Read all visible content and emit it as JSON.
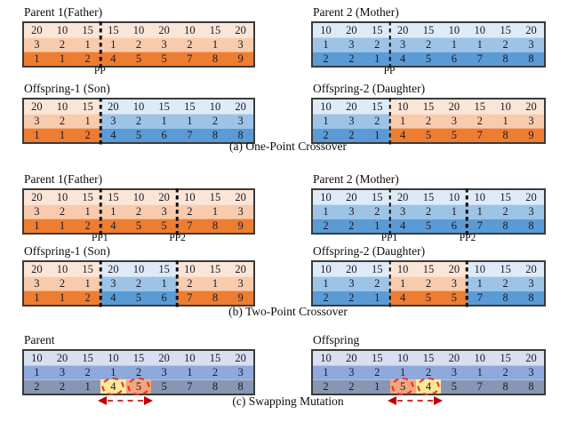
{
  "page": {
    "background": "#ffffff"
  },
  "palettes": {
    "orange": [
      "#fbe5d6",
      "#f8cbad",
      "#ed7d31"
    ],
    "blue": [
      "#deebf7",
      "#9dc3e6",
      "#5b9bd5"
    ],
    "muted": [
      "#d9dff0",
      "#8ea9db",
      "#8796b2"
    ]
  },
  "highlight": {
    "yellow": "#ffe699",
    "salmon": "#f2a57f",
    "circle_color": "#e8311f",
    "arrow_color": "#c00000"
  },
  "icons": {
    "swap_arrow": "double-headed-dashed-arrow-icon",
    "swap_circle": "dashed-ellipse-highlight-icon"
  },
  "sections": [
    {
      "caption": "(a) One-Point Crossover",
      "rows": [
        {
          "left": {
            "id": "a-parent-1",
            "title": "Parent 1(Father)",
            "grid": [
              [
                "20",
                "10",
                "15",
                "15",
                "10",
                "20",
                "10",
                "15",
                "20"
              ],
              [
                "3",
                "2",
                "1",
                "1",
                "2",
                "3",
                "2",
                "1",
                "3"
              ],
              [
                "1",
                "1",
                "2",
                "4",
                "5",
                "5",
                "7",
                "8",
                "9"
              ]
            ],
            "segments": [
              {
                "palette": "orange",
                "cols": 9
              }
            ],
            "cuts": [
              {
                "after": 3,
                "label": "PP"
              }
            ]
          },
          "right": {
            "id": "a-parent-2",
            "title": "Parent 2 (Mother)",
            "grid": [
              [
                "10",
                "20",
                "15",
                "20",
                "15",
                "10",
                "10",
                "15",
                "20"
              ],
              [
                "1",
                "3",
                "2",
                "3",
                "2",
                "1",
                "1",
                "2",
                "3"
              ],
              [
                "2",
                "2",
                "1",
                "4",
                "5",
                "6",
                "7",
                "8",
                "8"
              ]
            ],
            "segments": [
              {
                "palette": "blue",
                "cols": 9
              }
            ],
            "cuts": [
              {
                "after": 3,
                "label": "PP"
              }
            ]
          }
        },
        {
          "left": {
            "id": "a-offspring-1",
            "title": "Offspring-1 (Son)",
            "grid": [
              [
                "20",
                "10",
                "15",
                "20",
                "10",
                "15",
                "15",
                "10",
                "20"
              ],
              [
                "3",
                "2",
                "1",
                "3",
                "2",
                "1",
                "1",
                "2",
                "3"
              ],
              [
                "1",
                "1",
                "2",
                "4",
                "5",
                "6",
                "7",
                "8",
                "8"
              ]
            ],
            "segments": [
              {
                "palette": "orange",
                "cols": 3
              },
              {
                "palette": "blue",
                "cols": 6
              }
            ],
            "cuts": [
              {
                "after": 3
              }
            ]
          },
          "right": {
            "id": "a-offspring-2",
            "title": "Offspring-2 (Daughter)",
            "grid": [
              [
                "10",
                "20",
                "15",
                "10",
                "15",
                "20",
                "15",
                "10",
                "20"
              ],
              [
                "1",
                "3",
                "2",
                "1",
                "2",
                "3",
                "2",
                "1",
                "3"
              ],
              [
                "2",
                "2",
                "1",
                "4",
                "5",
                "5",
                "7",
                "8",
                "9"
              ]
            ],
            "segments": [
              {
                "palette": "blue",
                "cols": 3
              },
              {
                "palette": "orange",
                "cols": 6
              }
            ],
            "cuts": [
              {
                "after": 3
              }
            ]
          }
        }
      ]
    },
    {
      "caption": "(b) Two-Point Crossover",
      "rows": [
        {
          "left": {
            "id": "b-parent-1",
            "title": "Parent 1(Father)",
            "grid": [
              [
                "20",
                "10",
                "15",
                "15",
                "10",
                "20",
                "10",
                "15",
                "20"
              ],
              [
                "3",
                "2",
                "1",
                "1",
                "2",
                "3",
                "2",
                "1",
                "3"
              ],
              [
                "1",
                "1",
                "2",
                "4",
                "5",
                "5",
                "7",
                "8",
                "9"
              ]
            ],
            "segments": [
              {
                "palette": "orange",
                "cols": 9
              }
            ],
            "cuts": [
              {
                "after": 3,
                "label": "PP1"
              },
              {
                "after": 6,
                "label": "PP2"
              }
            ]
          },
          "right": {
            "id": "b-parent-2",
            "title": "Parent 2 (Mother)",
            "grid": [
              [
                "10",
                "20",
                "15",
                "20",
                "15",
                "10",
                "10",
                "15",
                "20"
              ],
              [
                "1",
                "3",
                "2",
                "3",
                "2",
                "1",
                "1",
                "2",
                "3"
              ],
              [
                "2",
                "2",
                "1",
                "4",
                "5",
                "6",
                "7",
                "8",
                "8"
              ]
            ],
            "segments": [
              {
                "palette": "blue",
                "cols": 9
              }
            ],
            "cuts": [
              {
                "after": 3,
                "label": "PP1"
              },
              {
                "after": 6,
                "label": "PP2"
              }
            ]
          }
        },
        {
          "left": {
            "id": "b-offspring-1",
            "title": "Offspring-1 (Son)",
            "grid": [
              [
                "20",
                "10",
                "15",
                "20",
                "10",
                "15",
                "10",
                "15",
                "20"
              ],
              [
                "3",
                "2",
                "1",
                "3",
                "2",
                "1",
                "2",
                "1",
                "3"
              ],
              [
                "1",
                "1",
                "2",
                "4",
                "5",
                "6",
                "7",
                "8",
                "9"
              ]
            ],
            "segments": [
              {
                "palette": "orange",
                "cols": 3
              },
              {
                "palette": "blue",
                "cols": 3
              },
              {
                "palette": "orange",
                "cols": 3
              }
            ],
            "cuts": [
              {
                "after": 3
              },
              {
                "after": 6
              }
            ]
          },
          "right": {
            "id": "b-offspring-2",
            "title": "Offspring-2 (Daughter)",
            "grid": [
              [
                "10",
                "20",
                "15",
                "10",
                "15",
                "20",
                "10",
                "15",
                "20"
              ],
              [
                "1",
                "3",
                "2",
                "1",
                "2",
                "3",
                "1",
                "2",
                "3"
              ],
              [
                "2",
                "2",
                "1",
                "4",
                "5",
                "5",
                "7",
                "8",
                "8"
              ]
            ],
            "segments": [
              {
                "palette": "blue",
                "cols": 3
              },
              {
                "palette": "orange",
                "cols": 3
              },
              {
                "palette": "blue",
                "cols": 3
              }
            ],
            "cuts": [
              {
                "after": 3
              },
              {
                "after": 6
              }
            ]
          }
        }
      ]
    },
    {
      "caption": "(c) Swapping Mutation",
      "rows": [
        {
          "left": {
            "id": "c-parent",
            "title": "Parent",
            "grid": [
              [
                "10",
                "20",
                "15",
                "10",
                "15",
                "20",
                "10",
                "15",
                "20"
              ],
              [
                "1",
                "3",
                "2",
                "1",
                "2",
                "3",
                "1",
                "2",
                "3"
              ],
              [
                "2",
                "2",
                "1",
                "4",
                "5",
                "5",
                "7",
                "8",
                "8"
              ]
            ],
            "segments": [
              {
                "palette": "muted",
                "cols": 9
              }
            ],
            "highlights": [
              {
                "row": 2,
                "col": 3,
                "bg": "yellow"
              },
              {
                "row": 2,
                "col": 4,
                "bg": "salmon"
              }
            ],
            "swap_arrow": true
          },
          "right": {
            "id": "c-offspring",
            "title": "Offspring",
            "grid": [
              [
                "10",
                "20",
                "15",
                "10",
                "15",
                "20",
                "10",
                "15",
                "20"
              ],
              [
                "1",
                "3",
                "2",
                "1",
                "2",
                "3",
                "1",
                "2",
                "3"
              ],
              [
                "2",
                "2",
                "1",
                "5",
                "4",
                "5",
                "7",
                "8",
                "8"
              ]
            ],
            "segments": [
              {
                "palette": "muted",
                "cols": 9
              }
            ],
            "highlights": [
              {
                "row": 2,
                "col": 3,
                "bg": "salmon"
              },
              {
                "row": 2,
                "col": 4,
                "bg": "yellow"
              }
            ],
            "swap_arrow": true
          }
        }
      ]
    }
  ]
}
